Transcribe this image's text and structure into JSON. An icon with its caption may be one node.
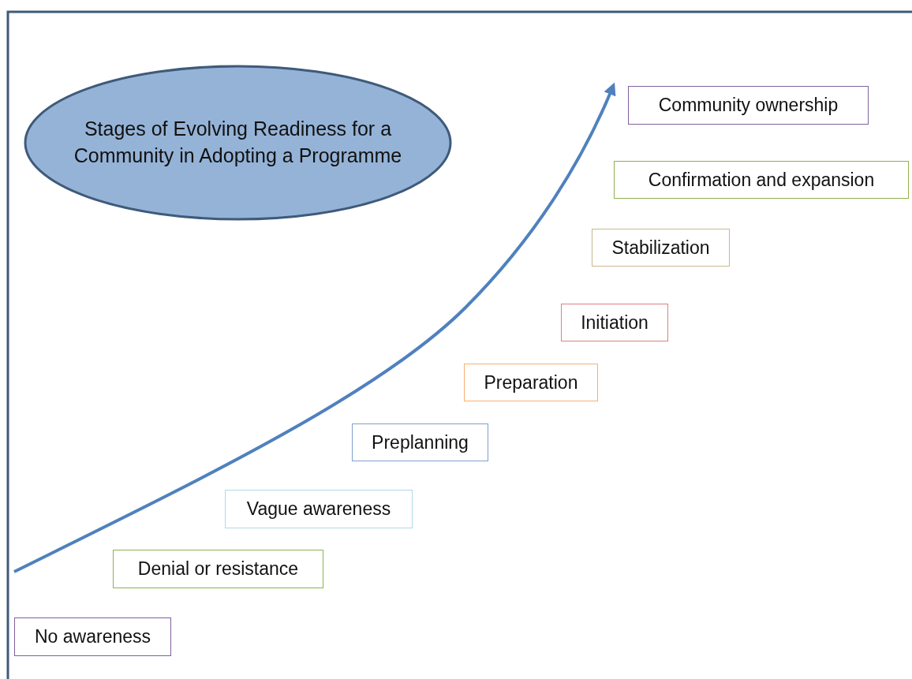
{
  "diagram": {
    "nodes": [
      {
        "text": [
          "Stages of Evolving Readiness for a Community in Adopting a Programme"
        ]
      },
      {
        "text": [
          "No awareness"
        ]
      },
      {
        "text": [
          "Denial or resistance"
        ]
      },
      {
        "text": [
          "Vague awareness"
        ]
      },
      {
        "text": [
          "Preplanning"
        ]
      },
      {
        "text": [
          "Preparation"
        ]
      },
      {
        "text": [
          "Initiation"
        ]
      },
      {
        "text": [
          "Stabilization"
        ]
      },
      {
        "text": [
          "Confirmation and expansion"
        ]
      },
      {
        "text": [
          "Community ownership"
        ]
      }
    ]
  }
}
